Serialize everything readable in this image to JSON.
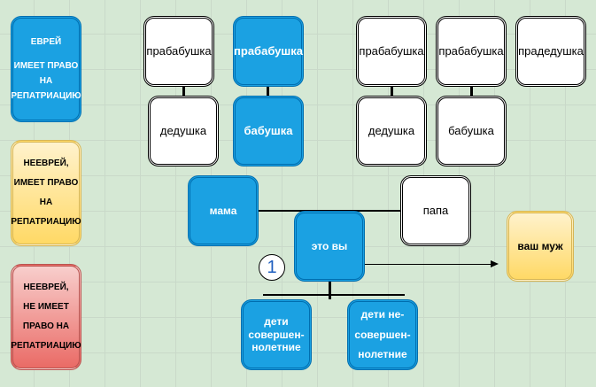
{
  "legend": [
    {
      "lines": [
        "ЕВРЕЙ",
        "",
        "ИМЕЕТ ПРАВО",
        "НА",
        "РЕПАТРИАЦИЮ"
      ]
    },
    {
      "lines": [
        "НЕЕВРЕЙ,",
        "ИМЕЕТ ПРАВО",
        "НА",
        "РЕПАТРИАЦИЮ"
      ]
    },
    {
      "lines": [
        "НЕЕВРЕЙ,",
        "НЕ ИМЕЕТ",
        "ПРАВО НА",
        "РЕПАТРИАЦИЮ"
      ]
    }
  ],
  "tree": {
    "gg1": "прабабушка",
    "gg2": "прабабушка",
    "gg3": "прабабушка",
    "gg4": "прабабушка",
    "gg5": "прадедушка",
    "g1": "дедушка",
    "g2": "бабушка",
    "g3": "дедушка",
    "g4": "бабушка",
    "mother": "мама",
    "father": "папа",
    "you": "это вы",
    "husband": "ваш муж",
    "adult_children": "дети совершен-нолетние",
    "minor_children": [
      "дети не-",
      "совершен-",
      "нолетние"
    ],
    "marker": "1"
  },
  "colors": {
    "jew": "#1ba1e2",
    "eligible": "#ffd966",
    "ineligible": "#ea6b66"
  }
}
